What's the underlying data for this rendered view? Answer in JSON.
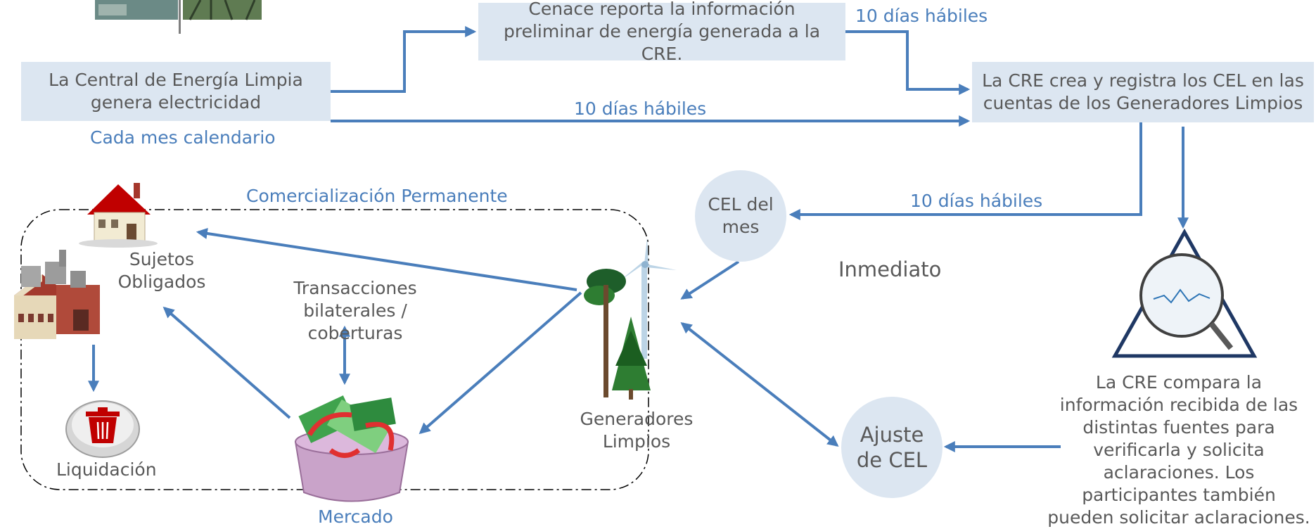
{
  "boxes": {
    "central": "La Central de Energía Limpia genera electricidad",
    "cenace": "Cenace reporta la información preliminar de energía generada a la CRE.",
    "cre_crea": "La CRE crea y registra los CEL en las cuentas de los Generadores Limpios"
  },
  "labels": {
    "dias_1": "10 días hábiles",
    "dias_2": "10 días hábiles",
    "dias_3": "10 días hábiles",
    "cada_mes": "Cada mes calendario",
    "comercializacion": "Comercialización Permanente",
    "inmediato": "Inmediato",
    "sujetos": "Sujetos Obligados",
    "transacciones": "Transacciones bilaterales / coberturas",
    "generadores": "Generadores Limpios",
    "liquidacion": "Liquidación",
    "mercado": "Mercado",
    "cre_compara": "La CRE compara la información recibida de las distintas fuentes para verificarla y solicita aclaraciones. Los participantes también pueden solicitar aclaraciones."
  },
  "circles": {
    "cel_mes": "CEL del mes",
    "ajuste": "Ajuste de CEL"
  },
  "colors": {
    "arrow": "#4a7ebb",
    "box": "#dce6f1",
    "text": "#595959"
  },
  "icons": [
    "power-plant-photo",
    "house-icon",
    "factory-icon",
    "trash-icon",
    "money-basket-icon",
    "wind-turbine-icon",
    "magnifier-triangle-icon"
  ]
}
